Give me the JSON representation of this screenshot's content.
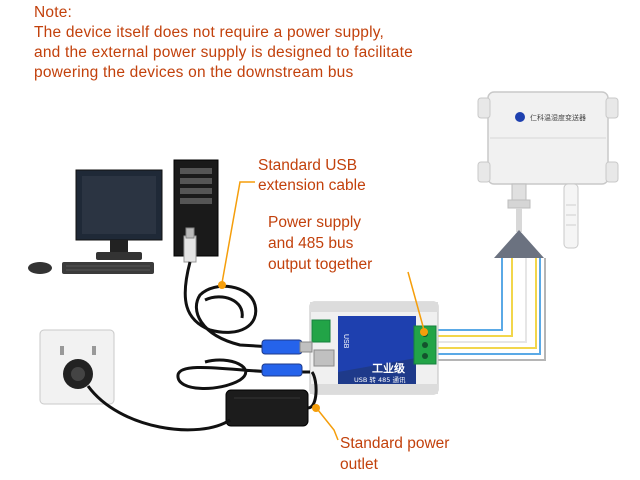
{
  "note": {
    "heading": "Note:",
    "lines": [
      "The device itself does not require a power supply,",
      "and the external power supply is designed to facilitate",
      "powering the devices on the downstream bus"
    ]
  },
  "labels": {
    "usb_cable": [
      "Standard USB",
      "extension cable"
    ],
    "power_485": [
      "Power supply",
      "and 485 bus",
      "output together"
    ],
    "power_outlet": [
      "Standard power",
      "outlet"
    ]
  },
  "converter": {
    "side_text": "USB",
    "brand_text": "工业级",
    "model_text": "USB 转 485 通讯"
  },
  "sensor": {
    "logo_text": "仁科温湿度变送器"
  },
  "colors": {
    "annotation": "#c2410c",
    "leader": "#f59e0b",
    "wire_blue": "#5aa9e6",
    "wire_yellow": "#f2d64b",
    "wire_white": "#e6e6e6",
    "converter_blue": "#1e3a8a"
  }
}
